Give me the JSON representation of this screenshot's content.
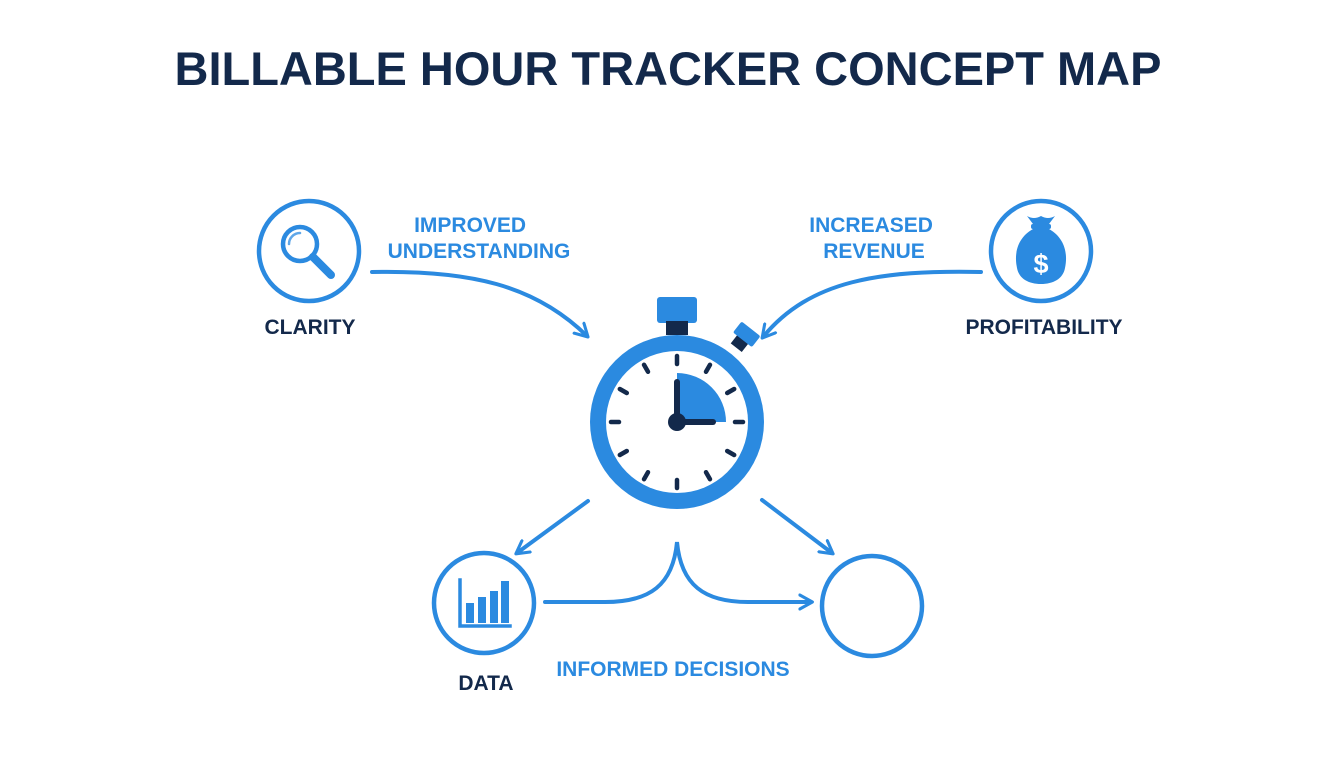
{
  "title": "BILLABLE HOUR TRACKER CONCEPT MAP",
  "colors": {
    "accent": "#2b8ae0",
    "dark": "#13294b",
    "background": "#ffffff"
  },
  "center": {
    "icon": "stopwatch-icon"
  },
  "nodes": {
    "clarity": {
      "label": "CLARITY",
      "icon": "magnifying-glass-icon"
    },
    "profitability": {
      "label": "PROFITABILITY",
      "icon": "money-bag-icon"
    },
    "data": {
      "label": "DATA",
      "icon": "bar-chart-icon"
    },
    "empty": {
      "label": "",
      "icon": ""
    }
  },
  "edges": {
    "improved_understanding": {
      "line1": "IMPROVED",
      "line2": "UNDERSTANDING"
    },
    "increased_revenue": {
      "line1": "INCREASED",
      "line2": "REVENUE"
    },
    "informed_decisions": {
      "label": "INFORMED DECISIONS"
    }
  }
}
